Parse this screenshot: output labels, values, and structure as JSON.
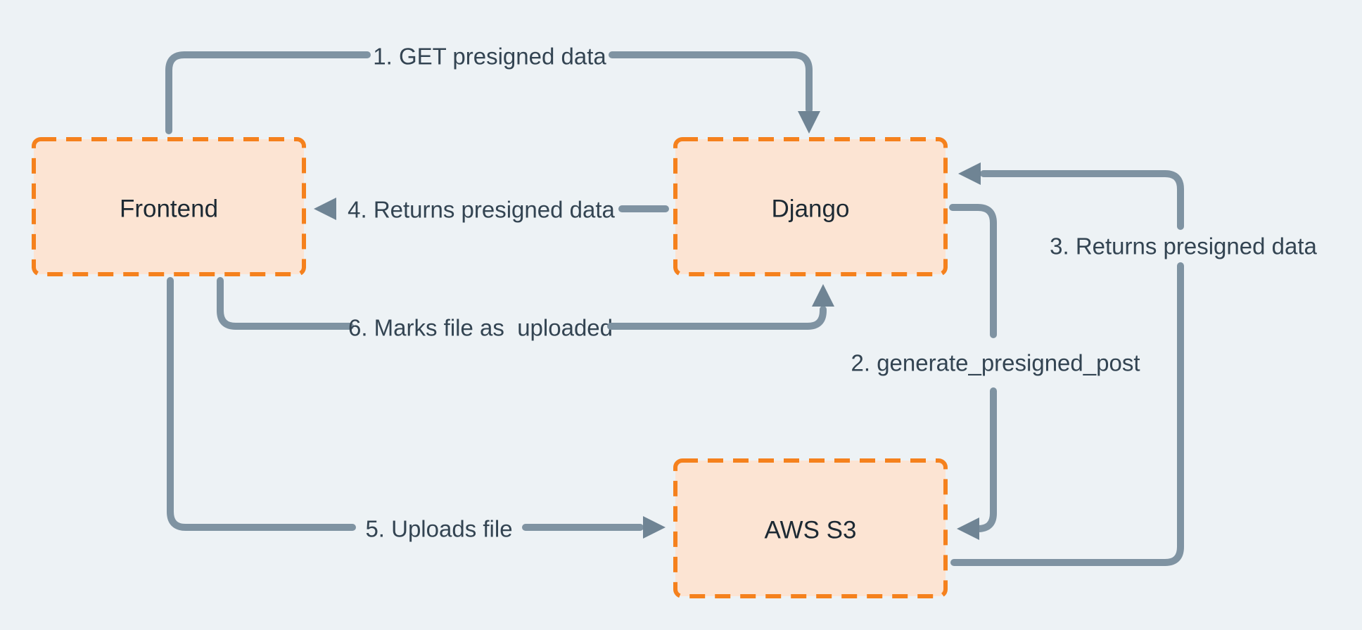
{
  "diagram": {
    "nodes": [
      {
        "id": "frontend",
        "label": "Frontend"
      },
      {
        "id": "django",
        "label": "Django"
      },
      {
        "id": "aws-s3",
        "label": "AWS S3"
      }
    ],
    "edges": [
      {
        "step": "1",
        "label": "1. GET presigned data",
        "from": "Frontend",
        "to": "Django"
      },
      {
        "step": "2",
        "label": "2. generate_presigned_post",
        "from": "Django",
        "to": "AWS S3"
      },
      {
        "step": "3",
        "label": "3. Returns presigned data",
        "from": "AWS S3",
        "to": "Django"
      },
      {
        "step": "4",
        "label": "4. Returns presigned data",
        "from": "Django",
        "to": "Frontend"
      },
      {
        "step": "5",
        "label": "5. Uploads file",
        "from": "Frontend",
        "to": "AWS S3"
      },
      {
        "step": "6",
        "label": "6. Marks file as  uploaded",
        "from": "Frontend",
        "to": "Django"
      }
    ],
    "colors": {
      "background": "#edf2f5",
      "node_fill": "#fce4d3",
      "node_border": "#f5811d",
      "wire": "#7f93a2",
      "arrowhead": "#6f8494",
      "label_text": "#334452",
      "node_text": "#1c2933"
    }
  }
}
